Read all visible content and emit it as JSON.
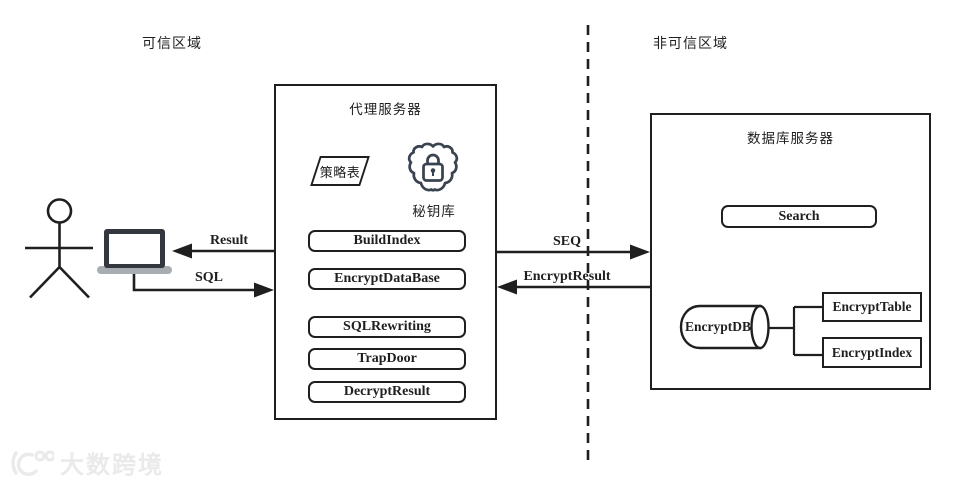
{
  "zones": {
    "trusted_label": "可信区域",
    "untrusted_label": "非可信区域"
  },
  "proxy_server": {
    "title": "代理服务器",
    "policy_table_label": "策略表",
    "keystore_label": "秘钥库",
    "modules": [
      "BuildIndex",
      "EncryptDataBase",
      "SQLRewriting",
      "TrapDoor",
      "DecryptResult"
    ]
  },
  "database_server": {
    "title": "数据库服务器",
    "search_label": "Search",
    "encrypt_db_label": "EncryptDB",
    "encrypt_table_label": "EncryptTable",
    "encrypt_index_label": "EncryptIndex"
  },
  "arrows": {
    "result_label": "Result",
    "sql_label": "SQL",
    "seq_label": "SEQ",
    "encrypt_result_label": "EncryptResult"
  },
  "watermark_text": "大数跨境",
  "colors": {
    "line": "#1f1f1f",
    "icon_dark_slate": "#3a4350",
    "laptop_frame": "#34383e",
    "laptop_base": "#a8adb2",
    "watermark": "#eaeaea"
  }
}
